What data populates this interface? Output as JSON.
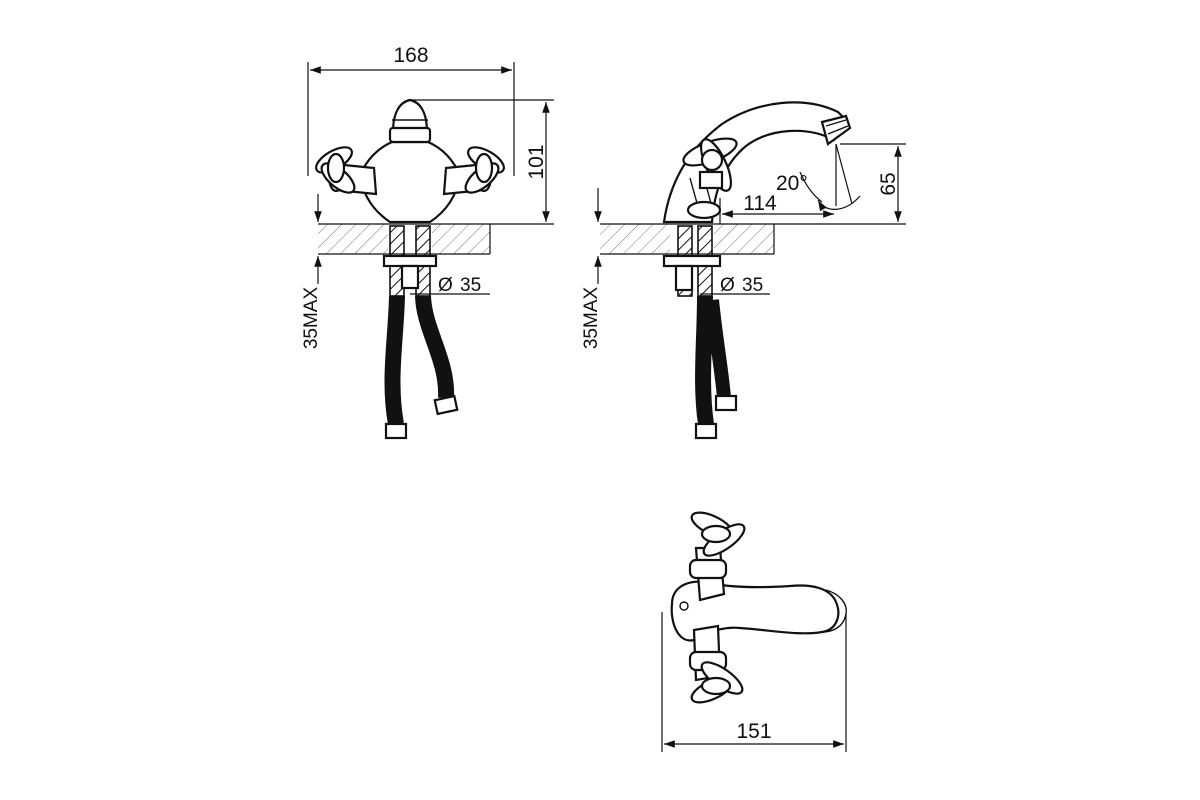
{
  "views": {
    "front": {
      "width_label": "168",
      "height_label": "101",
      "max_thickness_label": "35MAX",
      "hole_diameter_symbol": "Ø",
      "hole_diameter_label": "35"
    },
    "side": {
      "angle_label": "20°",
      "reach_label": "114",
      "spout_height_label": "65",
      "max_thickness_label": "35MAX",
      "hole_diameter_symbol": "Ø",
      "hole_diameter_label": "35"
    },
    "top": {
      "length_label": "151"
    }
  }
}
